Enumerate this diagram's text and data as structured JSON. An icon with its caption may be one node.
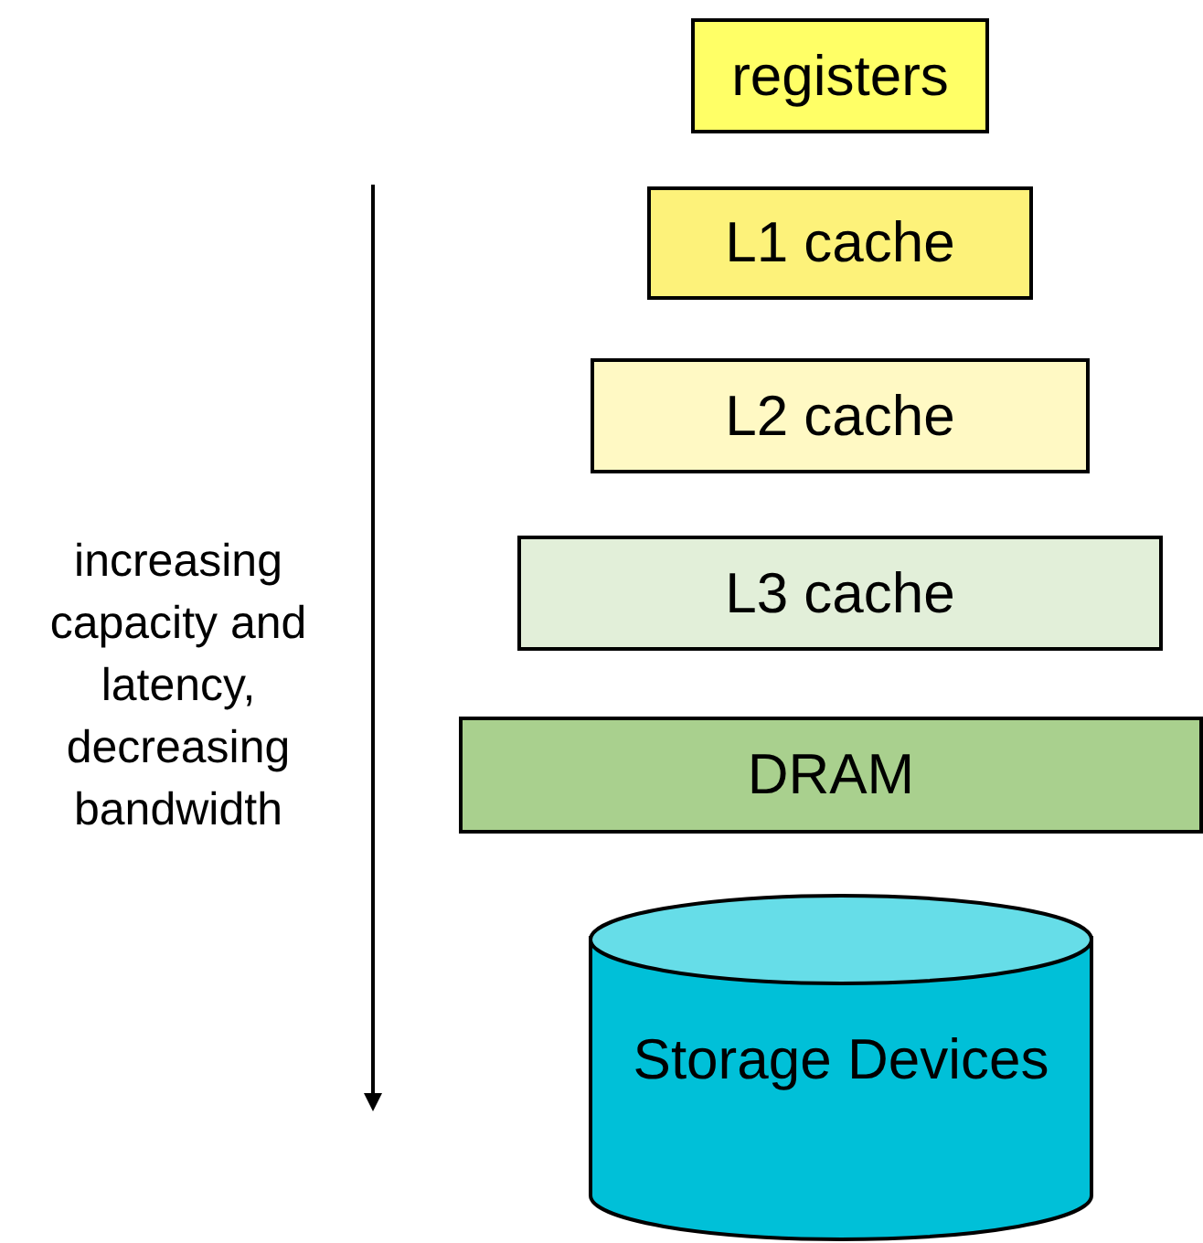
{
  "diagram": {
    "nodes": [
      {
        "text": [
          "registers"
        ]
      },
      {
        "text": [
          "L1 cache"
        ]
      },
      {
        "text": [
          "L2 cache"
        ]
      },
      {
        "text": [
          "L3 cache"
        ]
      },
      {
        "text": [
          "DRAM"
        ]
      },
      {
        "text": [
          "Storage Devices"
        ]
      }
    ],
    "edges": [],
    "labels": [
      "increasing capacity and latency, decreasing bandwidth"
    ]
  }
}
